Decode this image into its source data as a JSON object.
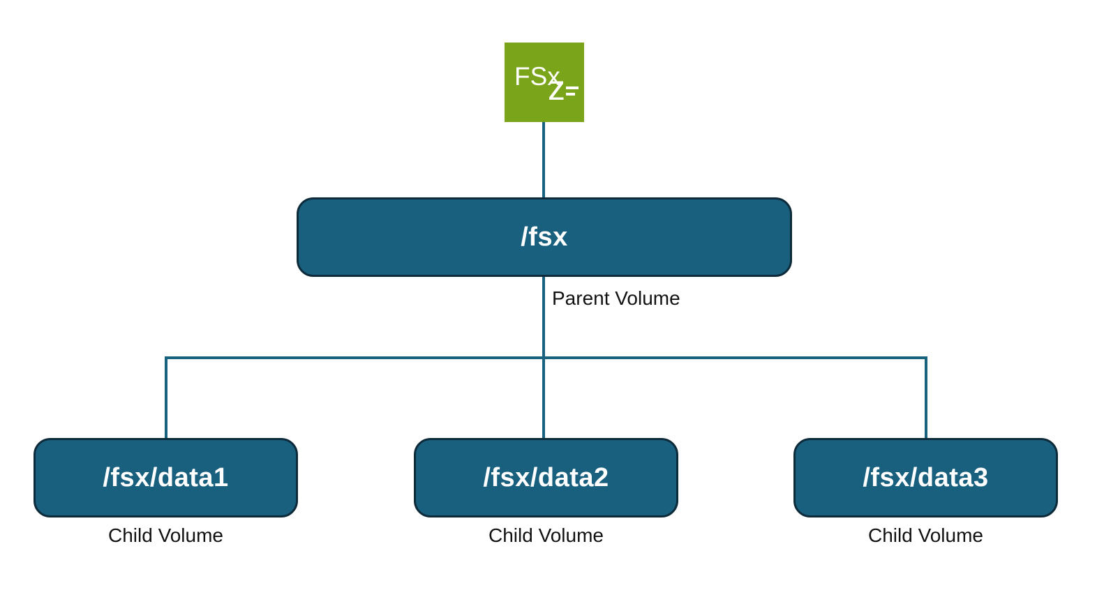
{
  "icon": {
    "primary_text": "FSx",
    "secondary_text": "z",
    "color": "#7AA41A"
  },
  "nodes": {
    "parent": {
      "label": "/fsx",
      "caption": "Parent Volume"
    },
    "children": [
      {
        "label": "/fsx/data1",
        "caption": "Child Volume"
      },
      {
        "label": "/fsx/data2",
        "caption": "Child Volume"
      },
      {
        "label": "/fsx/data3",
        "caption": "Child Volume"
      }
    ]
  },
  "colors": {
    "icon_green": "#7AA41A",
    "icon_text": "#FFFFFF",
    "node_fill": "#19607F",
    "node_border": "#0D2B3A",
    "node_text": "#FFFFFF",
    "connector": "#18617F",
    "caption_text": "#111111",
    "background": "#FFFFFF"
  }
}
